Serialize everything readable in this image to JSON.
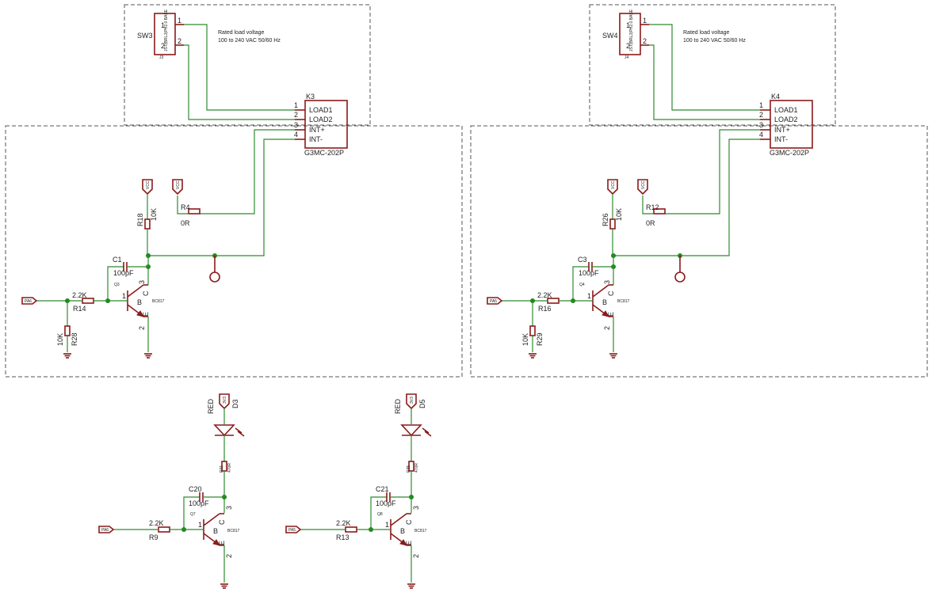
{
  "colors": {
    "wire": "#2e8b2e",
    "part": "#8b1a1a",
    "junction": "#1f8a1f",
    "frame": "#555555"
  },
  "relays": [
    {
      "switch": {
        "name": "SW3",
        "conn": "J3",
        "series": "JST(BRLJ)PH2.0 BASE"
      },
      "note": [
        "Rated load voltage",
        "100 to 240 VAC 50/60 Hz"
      ],
      "relay": {
        "name": "K3",
        "part": "G3MC-202P",
        "pins": [
          "LOAD1",
          "LOAD2",
          "INT+",
          "INT-"
        ]
      },
      "r_series": {
        "name": "R4",
        "value": "0R"
      },
      "r_pull": {
        "name": "R18",
        "value": "10K"
      },
      "cap": {
        "name": "C1",
        "value": "100pF"
      },
      "q": {
        "name": "Q3",
        "part": "BC817"
      },
      "r_base": {
        "name": "R14",
        "value": "2.2K"
      },
      "r_down": {
        "name": "R28",
        "value": "10K"
      },
      "net": "PA6",
      "vcc": "VCC"
    },
    {
      "switch": {
        "name": "SW4",
        "conn": "J4",
        "series": "JST(BRLJ)PH2.0 BASE"
      },
      "note": [
        "Rated load voltage",
        "100 to 240 VAC 50/60 Hz"
      ],
      "relay": {
        "name": "K4",
        "part": "G3MC-202P",
        "pins": [
          "LOAD1",
          "LOAD2",
          "INT+",
          "INT-"
        ]
      },
      "r_series": {
        "name": "R12",
        "value": "0R"
      },
      "r_pull": {
        "name": "R26",
        "value": "10K"
      },
      "cap": {
        "name": "C3",
        "value": "100pF"
      },
      "q": {
        "name": "Q4",
        "part": "BC817"
      },
      "r_base": {
        "name": "R16",
        "value": "2.2K"
      },
      "r_down": {
        "name": "R29",
        "value": "10K"
      },
      "net": "PA5",
      "vcc": "VCC"
    }
  ],
  "leds": [
    {
      "led": "D3",
      "color": "RED",
      "supply": "3V3",
      "res": "R31",
      "res_val": "470R",
      "cap": "C20",
      "cap_val": "100pF",
      "q": "Q7",
      "q_part": "BC817",
      "rb": "R9",
      "rb_val": "2.2K",
      "net": "PA6"
    },
    {
      "led": "D5",
      "color": "RED",
      "supply": "3V3",
      "res": "R35",
      "res_val": "470R",
      "cap": "C21",
      "cap_val": "100pF",
      "q": "Q8",
      "q_part": "BC817",
      "rb": "R13",
      "rb_val": "2.2K",
      "net": "PA5"
    }
  ],
  "pin_nums": {
    "p1": "1",
    "p2": "2",
    "p3": "3",
    "p4": "4"
  },
  "transistor_pins": {
    "b": "B",
    "c": "C",
    "e": "E"
  }
}
